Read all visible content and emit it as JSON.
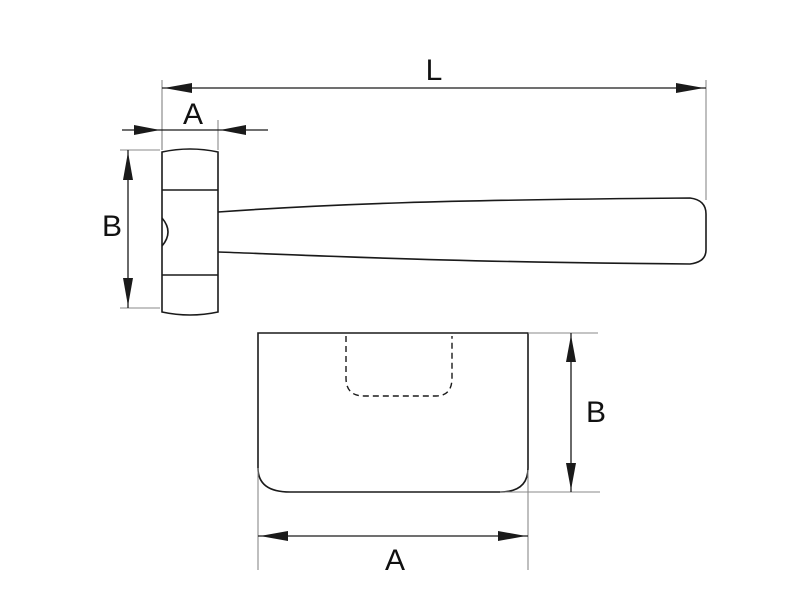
{
  "drawing": {
    "side_view": {
      "length_label": "L",
      "head_width_label": "A",
      "head_height_label": "B"
    },
    "face_view": {
      "width_label": "A",
      "height_label": "B"
    },
    "line_color": "#1a1a1a",
    "extension_line_color": "#8a8a8a"
  }
}
